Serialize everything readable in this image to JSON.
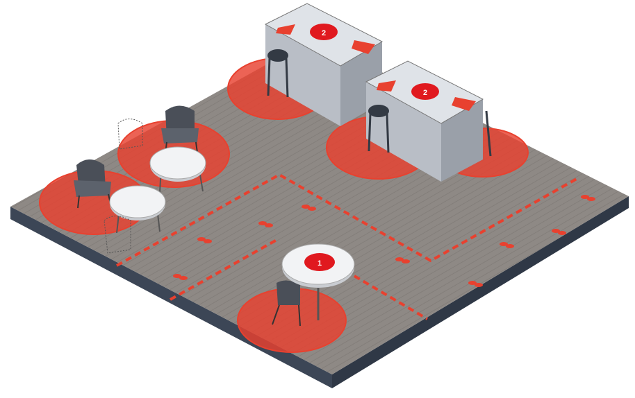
{
  "scene": {
    "colors": {
      "floor": "#8e8985",
      "floor_edge": "#3c4656",
      "zone_red": "#e8412f",
      "counter_top": "#dfe3e8",
      "counter_side": "#b9bec6",
      "chair": "#4a4f58",
      "table_top": "#f2f3f5"
    },
    "signs": [
      {
        "label": "2",
        "icon": "person-pair-icon"
      },
      {
        "label": "2",
        "icon": "person-pair-icon"
      },
      {
        "label": "1",
        "icon": "person-icon"
      }
    ]
  }
}
